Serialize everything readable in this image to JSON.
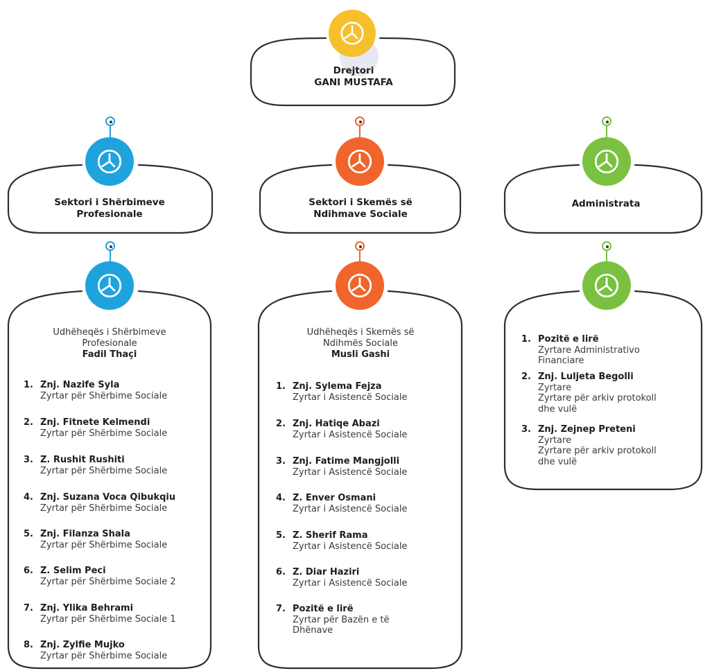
{
  "colors": {
    "blue": "#1fa3dd",
    "orange": "#f0652b",
    "green": "#7ac142",
    "yellow": "#f6c02c",
    "frame": "#2a2f36"
  },
  "icon": "clock-chart-icon",
  "director": {
    "label": "Drejtori",
    "name": "GANI MUSTAFA"
  },
  "sectors": [
    {
      "title_line1": "Sektori i Shërbimeve",
      "title_line2": "Profesionale"
    },
    {
      "title_line1": "Sektori i Skemës së",
      "title_line2": "Ndihmave Sociale"
    },
    {
      "title_line1": "Administrata",
      "title_line2": ""
    }
  ],
  "teams": [
    {
      "lead_line1": "Udhëheqës i Shërbimeve",
      "lead_line2": "Profesionale",
      "lead_name": "Fadil Thaçi",
      "items": [
        {
          "num": "1.",
          "name": "Znj. Nazife Syla",
          "role": "Zyrtar për Shërbime Sociale"
        },
        {
          "num": "2.",
          "name": "Znj. Fitnete Kelmendi",
          "role": "Zyrtar për Shërbime Sociale"
        },
        {
          "num": "3.",
          "name": "Z. Rushit Rushiti",
          "role": "Zyrtar për Shërbime Sociale"
        },
        {
          "num": "4.",
          "name": "Znj. Suzana Voca Qibukqiu",
          "role": "Zyrtar për Shërbime Sociale"
        },
        {
          "num": "5.",
          "name": "Znj. Filanza Shala",
          "role": "Zyrtar për Shërbime Sociale"
        },
        {
          "num": "6.",
          "name": "Z. Selim Peci",
          "role": "Zyrtar për Shërbime Sociale 2"
        },
        {
          "num": "7.",
          "name": "Znj. Ylika Behrami",
          "role": "Zyrtar për Shërbime Sociale 1"
        },
        {
          "num": "8.",
          "name": "Znj. Zylfie Mujko",
          "role": "Zyrtar për Shërbime Sociale"
        }
      ]
    },
    {
      "lead_line1": "Udhëheqës i Skemës së",
      "lead_line2": "Ndihmës Sociale",
      "lead_name": "Musli Gashi",
      "items": [
        {
          "num": "1.",
          "name": "Znj. Sylema Fejza",
          "role": "Zyrtar i Asistencë Sociale"
        },
        {
          "num": "2.",
          "name": "Znj. Hatiqe Abazi",
          "role": "Zyrtar i Asistencë Sociale"
        },
        {
          "num": "3.",
          "name": "Znj. Fatime Mangjolli",
          "role": "Zyrtar i Asistencë Sociale"
        },
        {
          "num": "4.",
          "name": "Z. Enver Osmani",
          "role": "Zyrtar i Asistencë Sociale"
        },
        {
          "num": "5.",
          "name": "Z. Sherif Rama",
          "role": "Zyrtar i Asistencë Sociale"
        },
        {
          "num": "6.",
          "name": "Z. Diar Haziri",
          "role": "Zyrtar i Asistencë Sociale"
        },
        {
          "num": "7.",
          "name": "Pozitë e lirë",
          "role": "Zyrtar për Bazën e të",
          "role2": "Dhënave"
        }
      ]
    },
    {
      "items": [
        {
          "num": "1.",
          "name": "Pozitë e lirë",
          "role": "Zyrtare Administrativo",
          "role2": "Financiare"
        },
        {
          "num": "2.",
          "name": "Znj. Luljeta Begolli",
          "role": "Zyrtare",
          "role2": "Zyrtare për arkiv protokoll",
          "role3": "dhe vulë"
        },
        {
          "num": "3.",
          "name": "Znj. Zejnep Preteni",
          "role": "Zyrtare",
          "role2": "Zyrtare për arkiv protokoll",
          "role3": "dhe vulë"
        }
      ]
    }
  ]
}
